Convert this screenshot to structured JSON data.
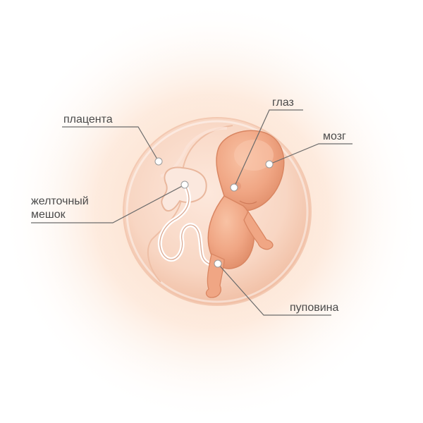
{
  "labels": {
    "placenta": "плацента",
    "yolk_sac_line1": "желточный",
    "yolk_sac_line2": "мешок",
    "eye": "глаз",
    "brain": "мозг",
    "umbilical_cord": "пуповина"
  },
  "colors": {
    "background_glow": "#fde4d2",
    "sac": "#f7d2be",
    "embryo": "#f0a786",
    "embryo_dark": "#dd8864",
    "leader_line": "#6b6b6b",
    "marker": "#ffffff",
    "label_text": "#4a4a4a"
  }
}
